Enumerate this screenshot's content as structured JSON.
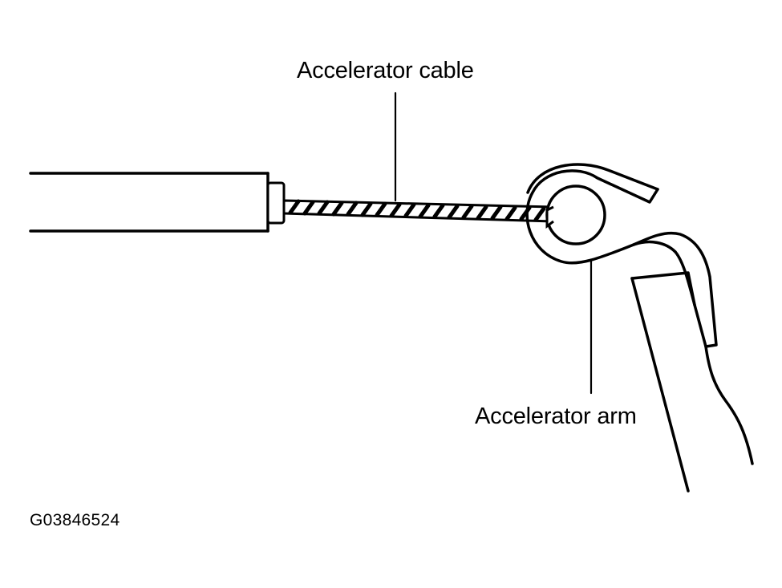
{
  "labels": {
    "cable": "Accelerator cable",
    "arm": "Accelerator arm",
    "figure_id": "G03846524"
  },
  "colors": {
    "ink": "#000000",
    "paper": "#ffffff"
  }
}
